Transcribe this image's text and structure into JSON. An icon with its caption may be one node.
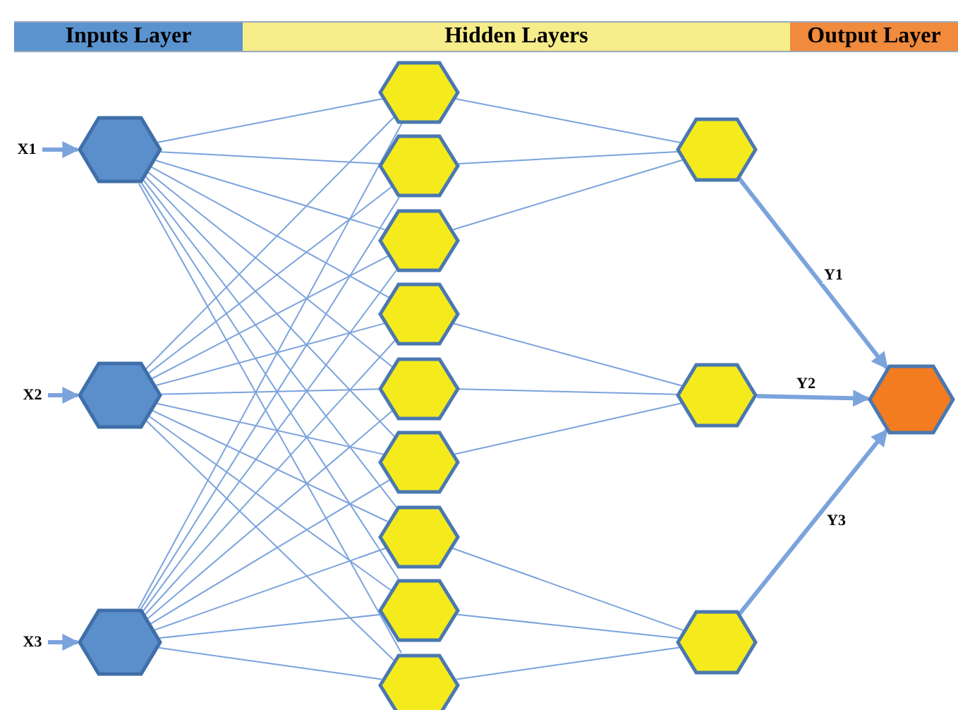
{
  "diagram": {
    "nodes": [
      {
        "text": [
          "Inputs Layer"
        ]
      },
      {
        "text": [
          "Hidden Layers"
        ]
      },
      {
        "text": [
          "Output Layer"
        ]
      },
      {
        "text": [
          "X1"
        ]
      },
      {
        "text": [
          "X2"
        ]
      },
      {
        "text": [
          "X3"
        ]
      },
      {
        "text": [],
        "shape": "hexagon"
      },
      {
        "text": [],
        "shape": "hexagon"
      },
      {
        "text": [],
        "shape": "hexagon"
      },
      {
        "text": [],
        "shape": "hexagon"
      },
      {
        "text": [],
        "shape": "hexagon"
      },
      {
        "text": [],
        "shape": "hexagon"
      },
      {
        "text": [],
        "shape": "hexagon"
      },
      {
        "text": [],
        "shape": "hexagon"
      },
      {
        "text": [],
        "shape": "hexagon"
      },
      {
        "text": [],
        "shape": "hexagon"
      },
      {
        "text": [],
        "shape": "hexagon"
      },
      {
        "text": [],
        "shape": "hexagon"
      },
      {
        "text": [],
        "shape": "hexagon"
      },
      {
        "text": [],
        "shape": "hexagon"
      },
      {
        "text": [],
        "shape": "hexagon"
      },
      {
        "text": [],
        "shape": "hexagon"
      }
    ],
    "edges": [
      {
        "from": 3,
        "to": 6,
        "arrow": "to",
        "style": "thick"
      },
      {
        "from": 4,
        "to": 7,
        "arrow": "to",
        "style": "thick"
      },
      {
        "from": 5,
        "to": 8,
        "arrow": "to",
        "style": "thick"
      },
      {
        "from": 6,
        "to": 9,
        "arrow": "none"
      },
      {
        "from": 6,
        "to": 10,
        "arrow": "none"
      },
      {
        "from": 6,
        "to": 11,
        "arrow": "none"
      },
      {
        "from": 6,
        "to": 12,
        "arrow": "none"
      },
      {
        "from": 6,
        "to": 13,
        "arrow": "none"
      },
      {
        "from": 6,
        "to": 14,
        "arrow": "none"
      },
      {
        "from": 6,
        "to": 15,
        "arrow": "none"
      },
      {
        "from": 6,
        "to": 16,
        "arrow": "none"
      },
      {
        "from": 6,
        "to": 17,
        "arrow": "none"
      },
      {
        "from": 7,
        "to": 9,
        "arrow": "none"
      },
      {
        "from": 7,
        "to": 10,
        "arrow": "none"
      },
      {
        "from": 7,
        "to": 11,
        "arrow": "none"
      },
      {
        "from": 7,
        "to": 12,
        "arrow": "none"
      },
      {
        "from": 7,
        "to": 13,
        "arrow": "none"
      },
      {
        "from": 7,
        "to": 14,
        "arrow": "none"
      },
      {
        "from": 7,
        "to": 15,
        "arrow": "none"
      },
      {
        "from": 7,
        "to": 16,
        "arrow": "none"
      },
      {
        "from": 7,
        "to": 17,
        "arrow": "none"
      },
      {
        "from": 8,
        "to": 9,
        "arrow": "none"
      },
      {
        "from": 8,
        "to": 10,
        "arrow": "none"
      },
      {
        "from": 8,
        "to": 11,
        "arrow": "none"
      },
      {
        "from": 8,
        "to": 12,
        "arrow": "none"
      },
      {
        "from": 8,
        "to": 13,
        "arrow": "none"
      },
      {
        "from": 8,
        "to": 14,
        "arrow": "none"
      },
      {
        "from": 8,
        "to": 15,
        "arrow": "none"
      },
      {
        "from": 8,
        "to": 16,
        "arrow": "none"
      },
      {
        "from": 8,
        "to": 17,
        "arrow": "none"
      },
      {
        "from": 9,
        "to": 18,
        "arrow": "none"
      },
      {
        "from": 10,
        "to": 18,
        "arrow": "none"
      },
      {
        "from": 11,
        "to": 18,
        "arrow": "none"
      },
      {
        "from": 12,
        "to": 19,
        "arrow": "none"
      },
      {
        "from": 13,
        "to": 19,
        "arrow": "none"
      },
      {
        "from": 14,
        "to": 19,
        "arrow": "none"
      },
      {
        "from": 15,
        "to": 20,
        "arrow": "none"
      },
      {
        "from": 16,
        "to": 20,
        "arrow": "none"
      },
      {
        "from": 17,
        "to": 20,
        "arrow": "none"
      },
      {
        "from": 18,
        "to": 21,
        "arrow": "to",
        "style": "thick",
        "label": "Y1"
      },
      {
        "from": 19,
        "to": 21,
        "arrow": "to",
        "style": "thick",
        "label": "Y2"
      },
      {
        "from": 20,
        "to": 21,
        "arrow": "to",
        "style": "thick",
        "label": "Y3"
      }
    ]
  }
}
